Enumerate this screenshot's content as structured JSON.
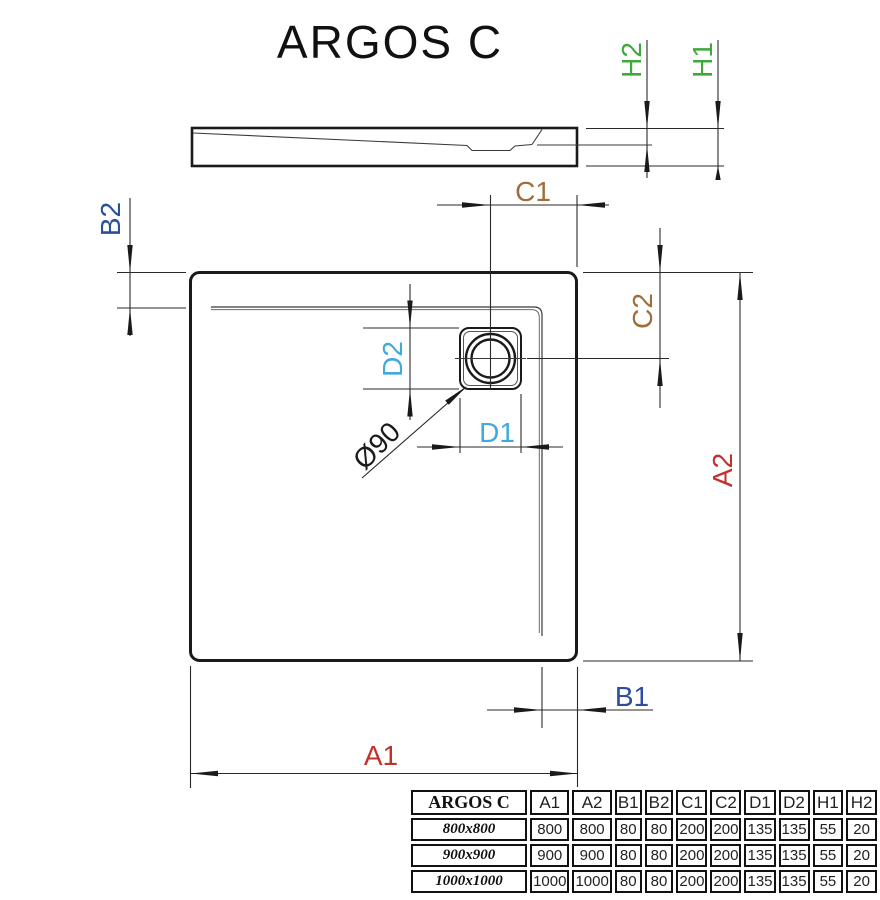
{
  "title": "ARGOS C",
  "dimension_labels": {
    "h1": "H1",
    "h2": "H2",
    "a1": "A1",
    "a2": "A2",
    "b1": "B1",
    "b2": "B2",
    "c1": "C1",
    "c2": "C2",
    "d1": "D1",
    "d2": "D2",
    "drain_diameter": "Ø90"
  },
  "colors": {
    "a_dimensions": "#c2312b",
    "b_dimensions": "#2b4e9e",
    "c_dimensions": "#a06c38",
    "d_dimensions": "#3fa9e0",
    "h_dimensions": "#3ea93b",
    "line": "#1a1a1a"
  },
  "table": {
    "header": [
      "ARGOS C",
      "A1",
      "A2",
      "B1",
      "B2",
      "C1",
      "C2",
      "D1",
      "D2",
      "H1",
      "H2"
    ],
    "rows": [
      {
        "name": "800x800",
        "values": [
          "800",
          "800",
          "80",
          "80",
          "200",
          "200",
          "135",
          "135",
          "55",
          "20"
        ]
      },
      {
        "name": "900x900",
        "values": [
          "900",
          "900",
          "80",
          "80",
          "200",
          "200",
          "135",
          "135",
          "55",
          "20"
        ]
      },
      {
        "name": "1000x1000",
        "values": [
          "1000",
          "1000",
          "80",
          "80",
          "200",
          "200",
          "135",
          "135",
          "55",
          "20"
        ]
      }
    ]
  }
}
